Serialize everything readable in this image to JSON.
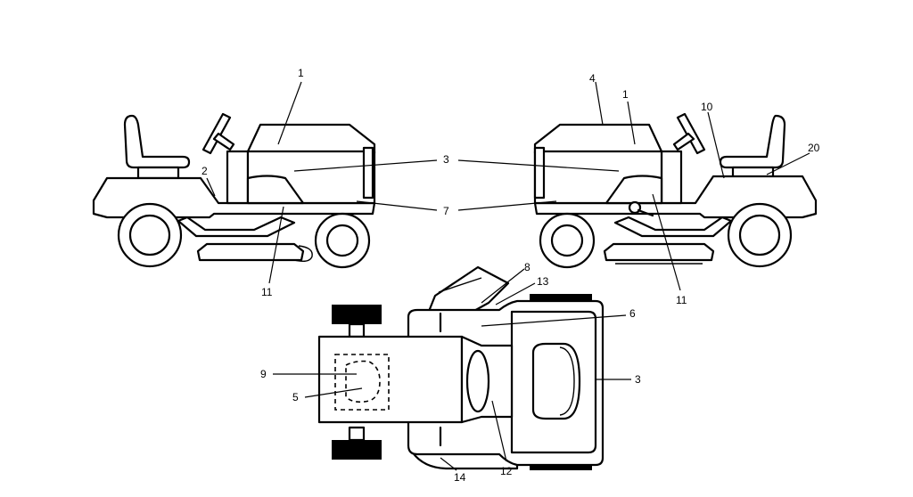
{
  "callouts": {
    "left_hood": "1",
    "left_fender": "2",
    "left_side_panel": "3",
    "left_lower_panel": "7",
    "left_deck": "11",
    "right_hood_top": "4",
    "right_hood": "1",
    "right_side_panel": "3",
    "right_lower_panel": "7",
    "right_deck": "11",
    "right_rear": "10",
    "right_seat_rear": "20",
    "top_chute": "8",
    "top_chute_base": "13",
    "top_hood": "6",
    "top_front": "3",
    "top_seat_area_outer": "9",
    "top_seat_area_inner": "5",
    "top_dash": "12",
    "top_deck_edge": "14"
  },
  "colors": {
    "line": "#000000",
    "background": "#ffffff"
  }
}
